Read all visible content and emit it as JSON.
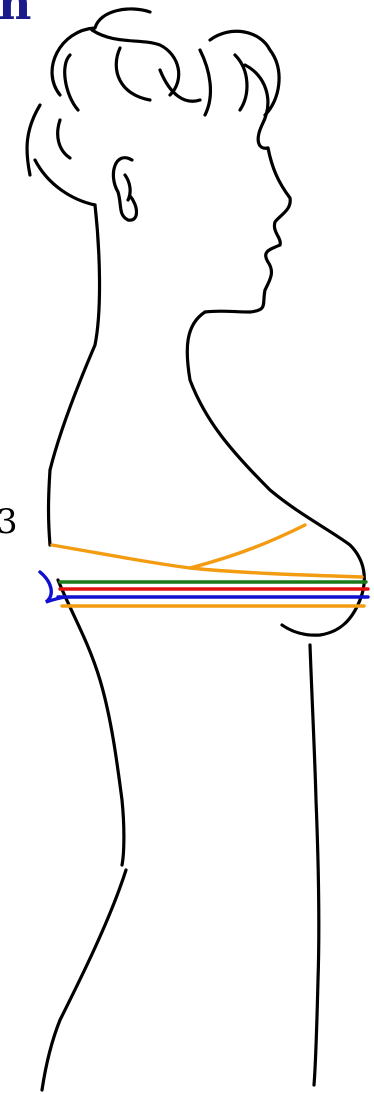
{
  "title_fragment": "n",
  "side_fragment": "3",
  "colors": {
    "title": "#1a1a8c",
    "outline": "#000000",
    "orange": "#f39c12",
    "green": "#1a7a1a",
    "red": "#e01010",
    "blue": "#1010d0"
  },
  "bands": [
    {
      "name": "green",
      "color_key": "green"
    },
    {
      "name": "red",
      "color_key": "red"
    },
    {
      "name": "blue",
      "color_key": "blue"
    },
    {
      "name": "orange",
      "color_key": "orange"
    }
  ]
}
